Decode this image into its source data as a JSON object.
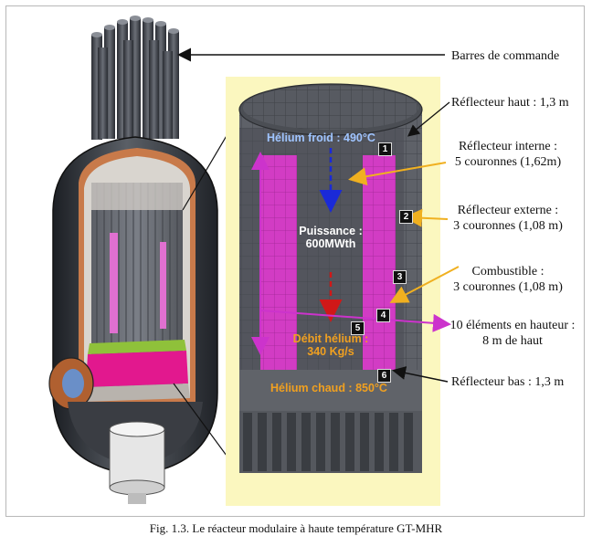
{
  "labels": {
    "barres": "Barres de commande",
    "refl_haut": "Réflecteur haut : 1,3 m",
    "refl_interne_1": "Réflecteur interne :",
    "refl_interne_2": "5 couronnes (1,62m)",
    "refl_externe_1": "Réflecteur externe :",
    "refl_externe_2": "3 couronnes (1,08 m)",
    "combustible_1": "Combustible :",
    "combustible_2": "3 couronnes (1,08 m)",
    "elements_1": "10 éléments en hauteur :",
    "elements_2": "8 m de haut",
    "refl_bas": "Réflecteur bas : 1,3 m"
  },
  "inner": {
    "helium_froid": "Hélium froid : 490°C",
    "puissance_1": "Puissance :",
    "puissance_2": "600MWth",
    "debit_1": "Débit hélium :",
    "debit_2": "340 Kg/s",
    "helium_chaud": "Hélium chaud : 850°C"
  },
  "markers": [
    "1",
    "2",
    "3",
    "4",
    "5",
    "6"
  ],
  "caption": "Fig. 1.3. Le réacteur modulaire à haute température GT-MHR",
  "colors": {
    "cold_helium": "#9fc4ff",
    "hot_helium": "#f0a020",
    "fuel": "#d838c8",
    "arrow_yellow": "#f0b020",
    "arrow_magenta": "#cc33cc",
    "graphite": "#6e7177",
    "panel_bg": "#fbf7bf"
  }
}
